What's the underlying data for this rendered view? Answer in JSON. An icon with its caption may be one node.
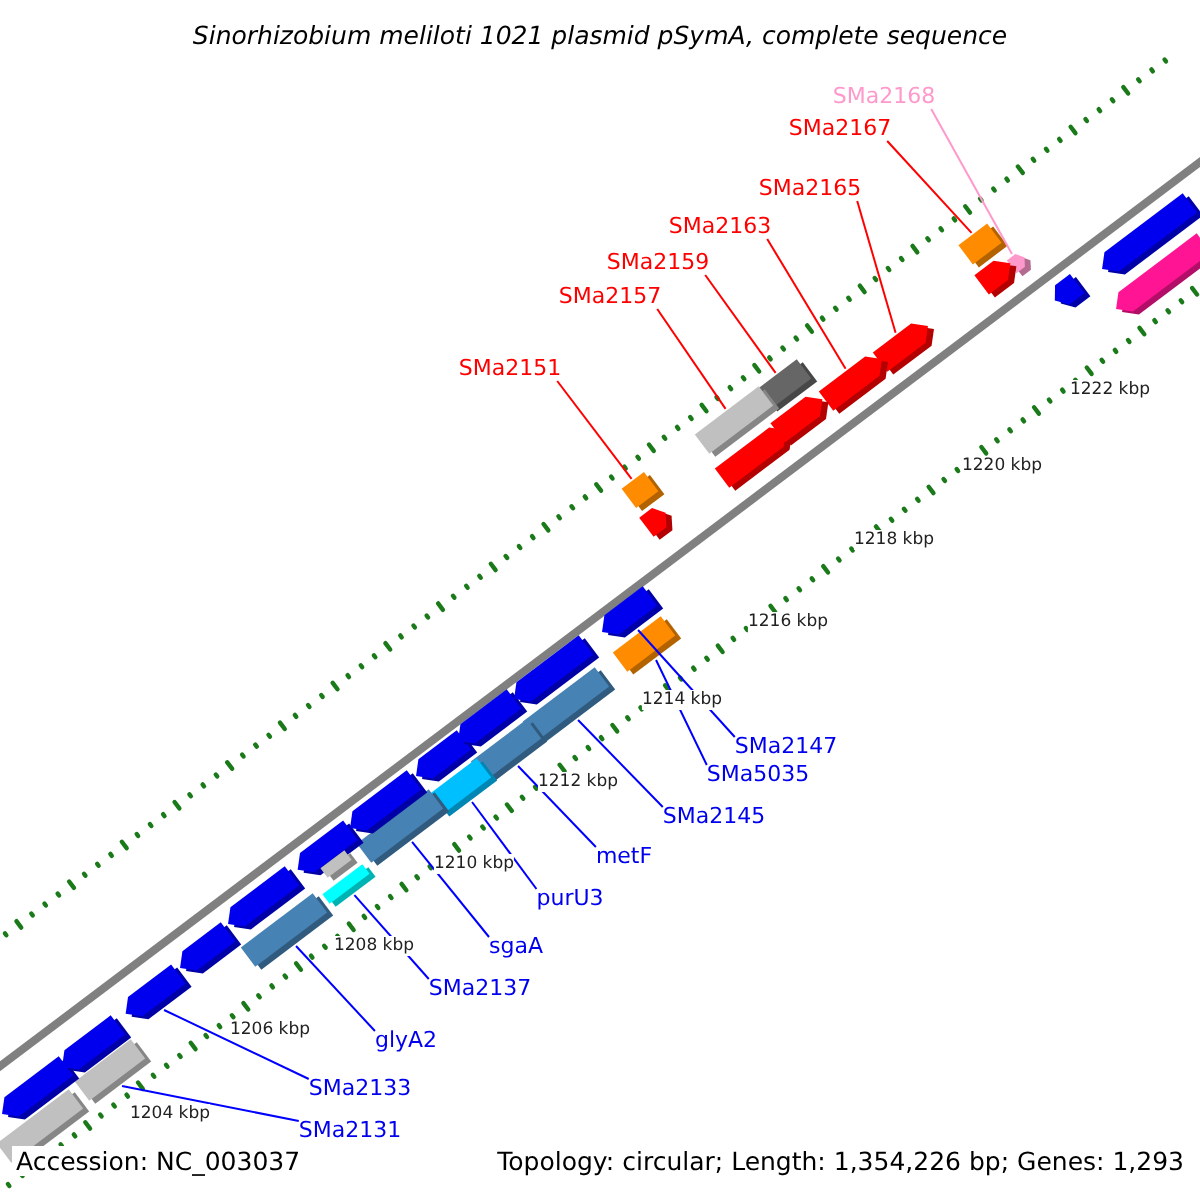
{
  "diagram": {
    "title": "Sinorhizobium meliloti 1021 plasmid pSymA, complete sequence",
    "nodes": [
      {
        "text": [
          "SMa2168"
        ]
      },
      {
        "text": [
          "SMa2167"
        ]
      },
      {
        "text": [
          "SMa2165"
        ]
      },
      {
        "text": [
          "SMa2163"
        ]
      },
      {
        "text": [
          "SMa2159"
        ]
      },
      {
        "text": [
          "SMa2157"
        ]
      },
      {
        "text": [
          "SMa2151"
        ]
      },
      {
        "text": [
          "SMa2147"
        ]
      },
      {
        "text": [
          "SMa5035"
        ]
      },
      {
        "text": [
          "SMa2145"
        ]
      },
      {
        "text": [
          "metF"
        ]
      },
      {
        "text": [
          "purU3"
        ]
      },
      {
        "text": [
          "sgaA"
        ]
      },
      {
        "text": [
          "SMa2137"
        ]
      },
      {
        "text": [
          "glyA2"
        ]
      },
      {
        "text": [
          "SMa2133"
        ]
      },
      {
        "text": [
          "SMa2131"
        ]
      },
      {
        "text": [],
        "shape": "arrow"
      },
      {
        "text": [],
        "shape": "box"
      },
      {
        "text": [],
        "shape": "arrow"
      },
      {
        "text": [],
        "shape": "arrow"
      },
      {
        "text": [],
        "shape": "box"
      },
      {
        "text": [],
        "shape": "box"
      },
      {
        "text": [],
        "shape": "box"
      },
      {
        "text": [],
        "shape": "arrow"
      },
      {
        "text": [],
        "shape": "box"
      },
      {
        "text": [],
        "shape": "box"
      },
      {
        "text": [],
        "shape": "box"
      },
      {
        "text": [],
        "shape": "box"
      },
      {
        "text": [],
        "shape": "box"
      },
      {
        "text": [],
        "shape": "box"
      },
      {
        "text": [],
        "shape": "box"
      },
      {
        "text": [],
        "shape": "arrow"
      },
      {
        "text": [],
        "shape": "box"
      },
      {
        "text": [],
        "shape": "arrow"
      },
      {
        "text": [],
        "shape": "arrow"
      },
      {
        "text": [],
        "shape": "arrow"
      },
      {
        "text": [],
        "shape": "arrow"
      },
      {
        "text": [],
        "shape": "arrow"
      },
      {
        "text": [],
        "shape": "arrow"
      },
      {
        "text": [],
        "shape": "arrow"
      },
      {
        "text": [],
        "shape": "arrow"
      },
      {
        "text": [],
        "shape": "arrow"
      },
      {
        "text": [],
        "shape": "arrow"
      },
      {
        "text": [],
        "shape": "arrow"
      },
      {
        "text": [],
        "shape": "arrow"
      },
      {
        "text": [],
        "shape": "box"
      },
      {
        "text": [],
        "shape": "box"
      },
      {
        "text": [],
        "shape": "arrow"
      },
      {
        "text": [],
        "shape": "arrow"
      },
      {
        "text": [],
        "shape": "arrow"
      },
      {
        "text": [],
        "shape": "arrow"
      }
    ],
    "edges": [
      {
        "from": 0,
        "to": 17,
        "arrow": "none",
        "color": "#ff99cc"
      },
      {
        "from": 1,
        "to": 18,
        "arrow": "none",
        "color": "#ff0000"
      },
      {
        "from": 2,
        "to": 19,
        "arrow": "none",
        "color": "#ff0000"
      },
      {
        "from": 3,
        "to": 20,
        "arrow": "none",
        "color": "#ff0000"
      },
      {
        "from": 4,
        "to": 21,
        "arrow": "none",
        "color": "#ff0000"
      },
      {
        "from": 5,
        "to": 22,
        "arrow": "none",
        "color": "#ff0000"
      },
      {
        "from": 6,
        "to": 23,
        "arrow": "none",
        "color": "#ff0000"
      },
      {
        "from": 7,
        "to": 24,
        "arrow": "none"
      },
      {
        "from": 8,
        "to": 25,
        "arrow": "none"
      },
      {
        "from": 9,
        "to": 26,
        "arrow": "none"
      },
      {
        "from": 10,
        "to": 27,
        "arrow": "none"
      },
      {
        "from": 11,
        "to": 28,
        "arrow": "none"
      },
      {
        "from": 12,
        "to": 29,
        "arrow": "none"
      },
      {
        "from": 13,
        "to": 30,
        "arrow": "none"
      },
      {
        "from": 14,
        "to": 31,
        "arrow": "none"
      },
      {
        "from": 15,
        "to": 32,
        "arrow": "none"
      },
      {
        "from": 16,
        "to": 33,
        "arrow": "none"
      }
    ],
    "labels": [
      "1204 kbp",
      "1206 kbp",
      "1208 kbp",
      "1210 kbp",
      "1212 kbp",
      "1214 kbp",
      "1216 kbp",
      "1218 kbp",
      "1220 kbp",
      "1222 kbp",
      "Accession: NC_003037",
      "Topology: circular; Length: 1,354,226 bp; Genes: 1,293"
    ]
  }
}
